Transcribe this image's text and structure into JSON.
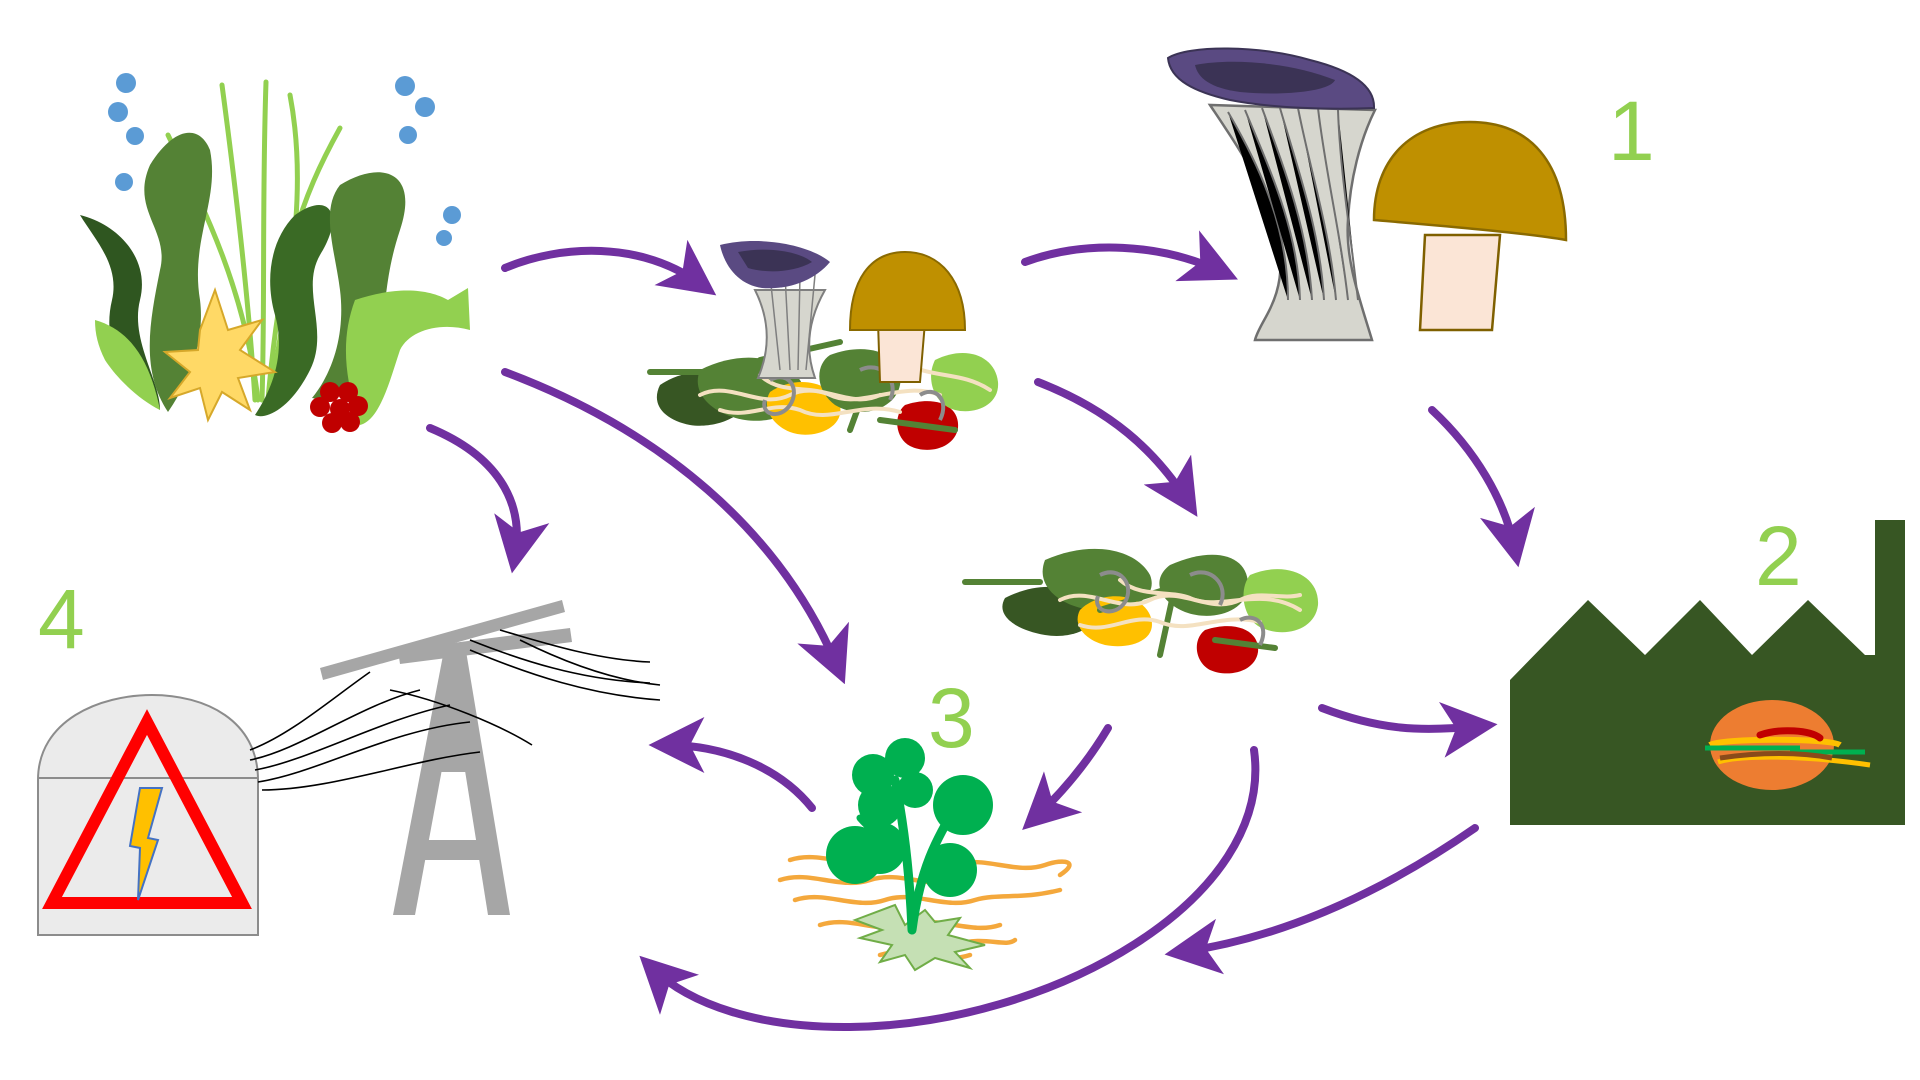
{
  "labels": {
    "one": "1",
    "two": "2",
    "three": "3",
    "four": "4"
  },
  "colors": {
    "arrow": "#7030A0",
    "label": "#92D050",
    "factory": "#375623",
    "boletus_cap": "#BF9000",
    "oyster_cap": "#5A4A82",
    "oyster_stem": "#D6D6CE",
    "plant": "#00B050",
    "tower": "#A6A6A6",
    "warning": "#FF0000"
  },
  "nodes": [
    {
      "id": "plant-waste",
      "icon": "seaweed-biomass-icon"
    },
    {
      "id": "growing-mushrooms",
      "icon": "mushrooms-on-substrate-icon"
    },
    {
      "id": "harvested-mushrooms",
      "icon": "oyster-and-boletus-mushroom-icon",
      "label": "1"
    },
    {
      "id": "spent-substrate",
      "icon": "spent-substrate-icon"
    },
    {
      "id": "food-factory",
      "icon": "factory-burger-icon",
      "label": "2"
    },
    {
      "id": "fertilizer",
      "icon": "seedling-soil-icon",
      "label": "3"
    },
    {
      "id": "energy",
      "icon": "power-line-warning-icon",
      "label": "4"
    }
  ]
}
